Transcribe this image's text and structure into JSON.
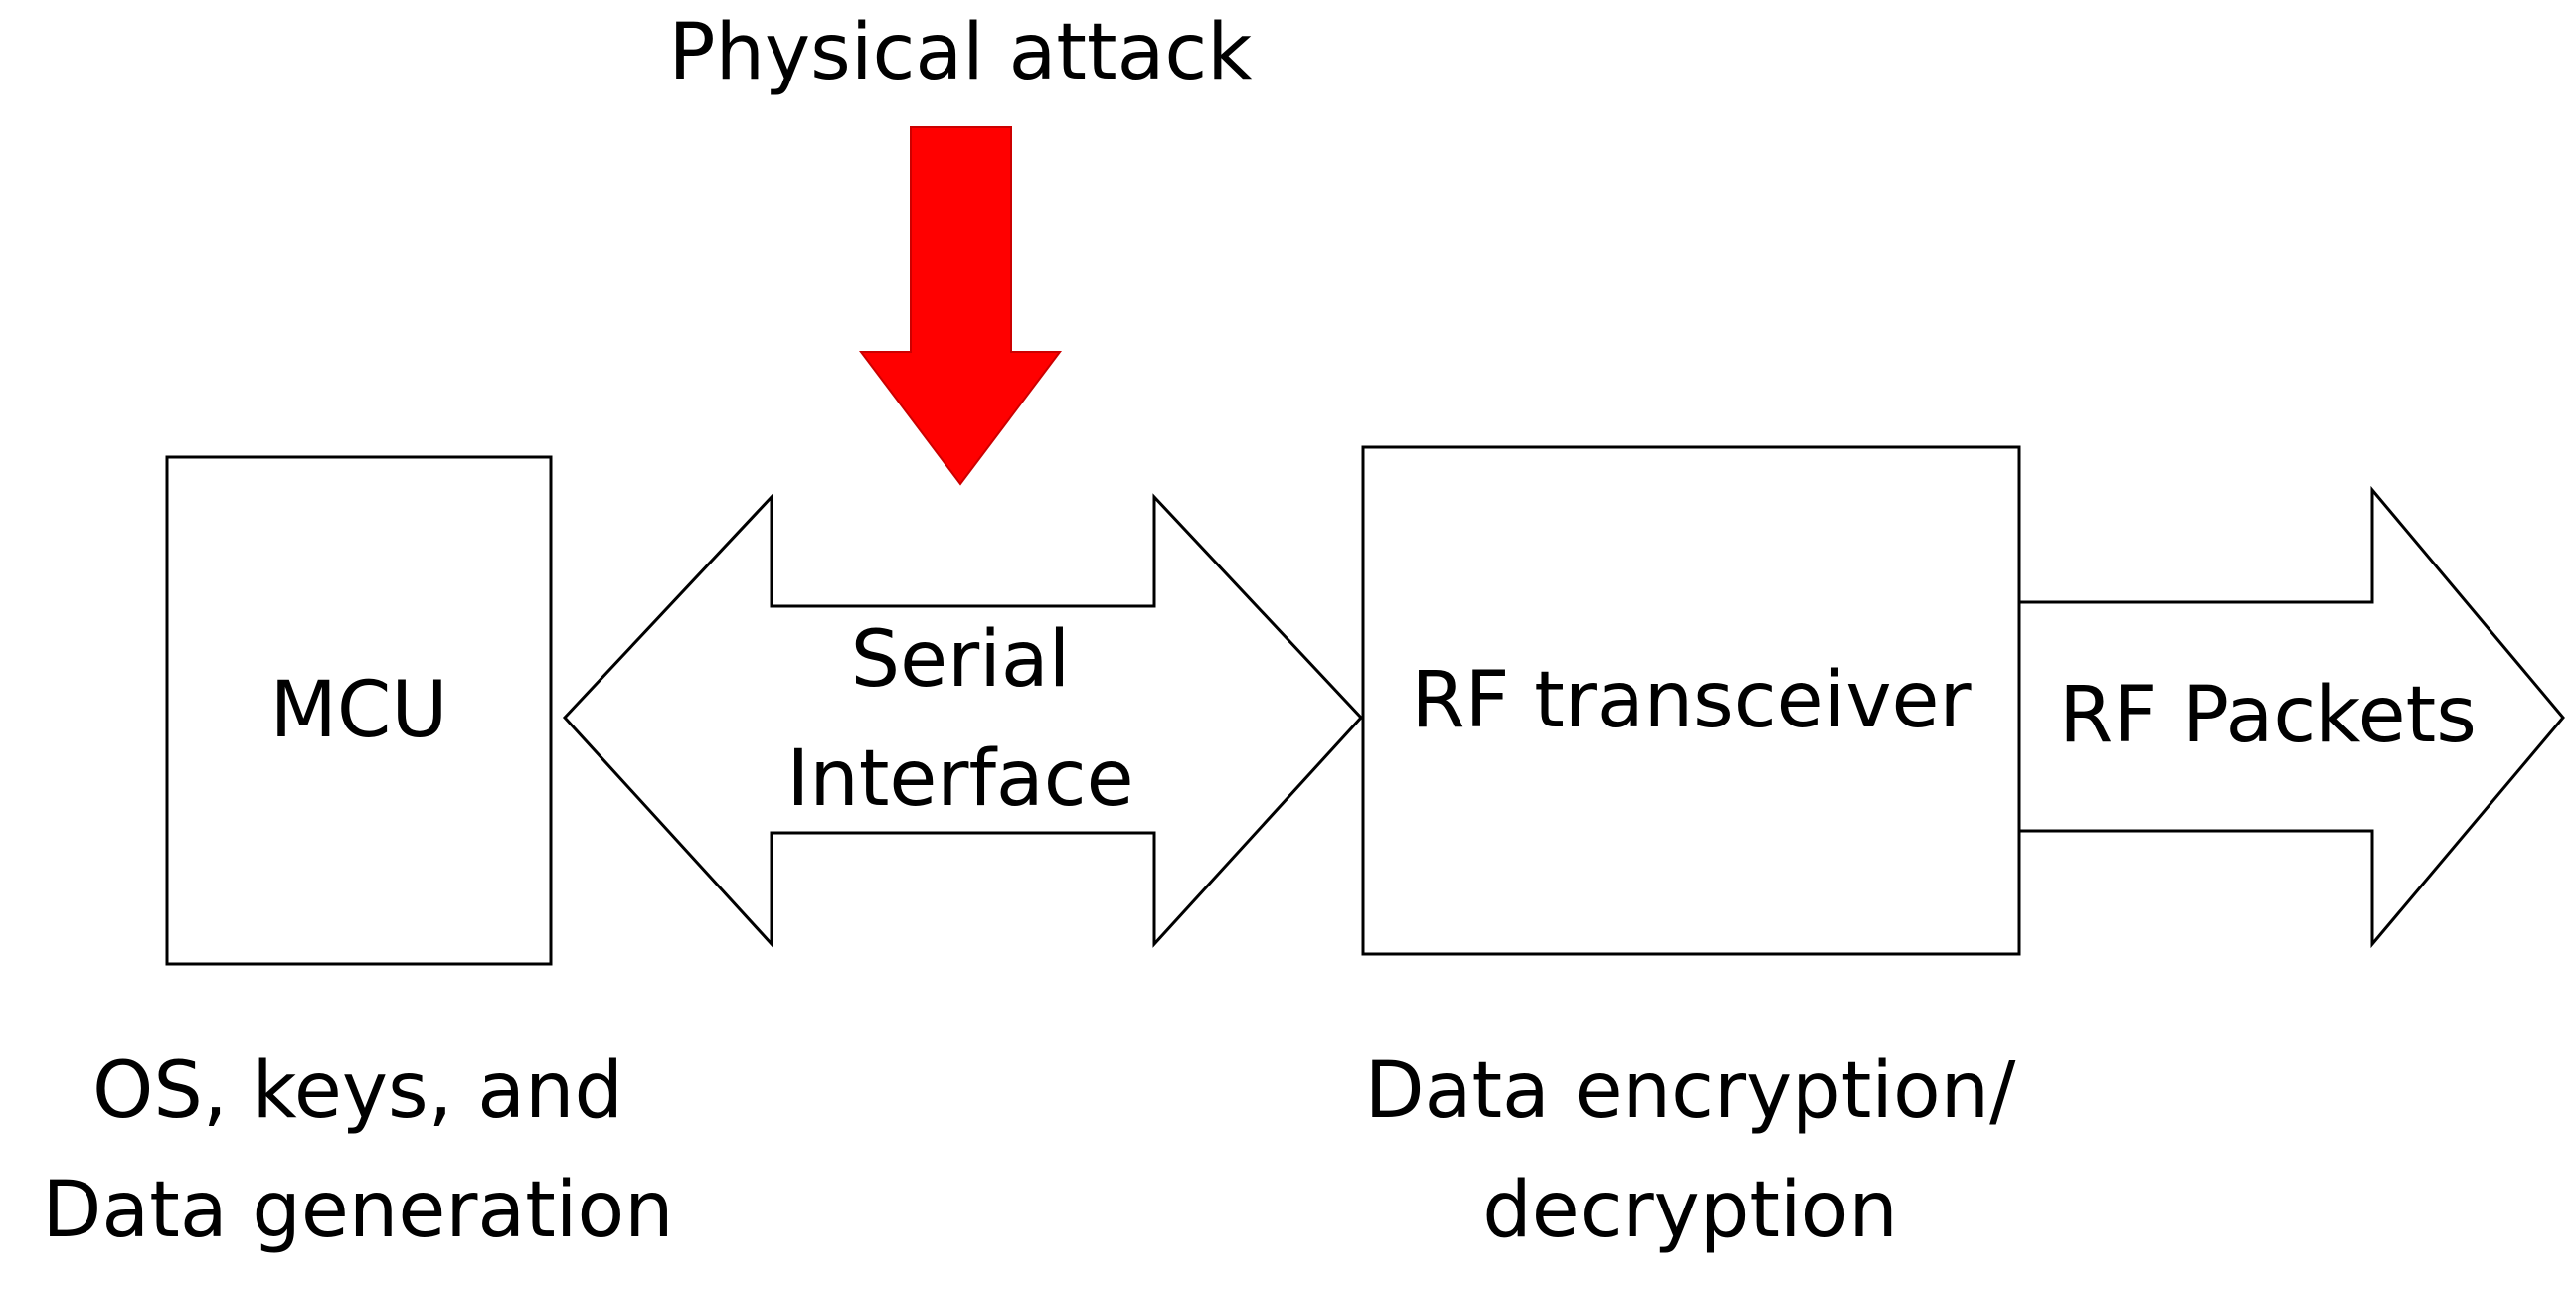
{
  "title": "Physical attack",
  "nodes": {
    "mcu": {
      "label": "MCU",
      "caption_line1": "OS, keys, and",
      "caption_line2": "Data generation"
    },
    "serial": {
      "label_line1": "Serial",
      "label_line2": "Interface"
    },
    "rf": {
      "label": "RF transceiver",
      "caption_line1": "Data encryption/",
      "caption_line2": "decryption"
    },
    "packets": {
      "label": "RF Packets"
    }
  },
  "colors": {
    "attack_arrow": "#ff0000",
    "stroke": "#000000",
    "fill": "#ffffff",
    "text": "#000000"
  },
  "icons": {
    "attack": "down-arrow-icon",
    "serial": "double-arrow-icon",
    "packets": "right-arrow-icon"
  }
}
